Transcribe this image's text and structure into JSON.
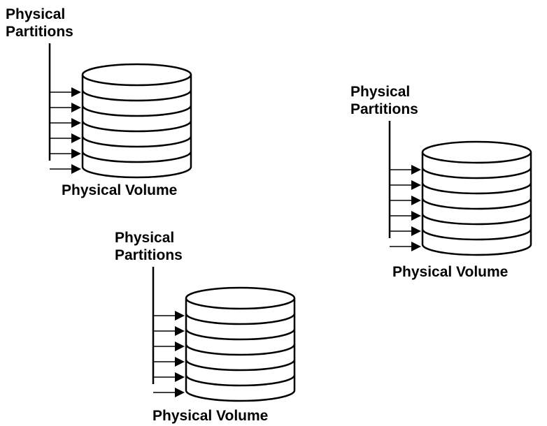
{
  "diagram": {
    "groups": [
      {
        "partitions_label_line1": "Physical",
        "partitions_label_line2": "Partitions",
        "volume_label": "Physical Volume",
        "partition_count": 6
      },
      {
        "partitions_label_line1": "Physical",
        "partitions_label_line2": "Partitions",
        "volume_label": "Physical Volume",
        "partition_count": 6
      },
      {
        "partitions_label_line1": "Physical",
        "partitions_label_line2": "Partitions",
        "volume_label": "Physical Volume",
        "partition_count": 6
      }
    ],
    "colors": {
      "stroke": "#000000",
      "fill": "#ffffff"
    }
  }
}
